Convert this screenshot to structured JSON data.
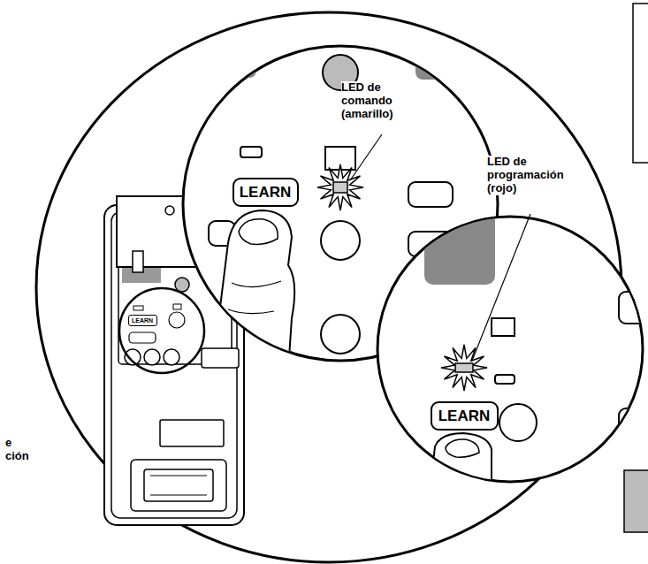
{
  "diagram": {
    "nodes": [
      {
        "text": [
          "LEARN"
        ]
      },
      {
        "text": [
          "LEARN"
        ]
      },
      {
        "text": [
          "LEARN"
        ]
      }
    ],
    "labels": [
      "LED de comando (amarillo)",
      "LED de programación (rojo)",
      "e",
      "ción"
    ]
  }
}
